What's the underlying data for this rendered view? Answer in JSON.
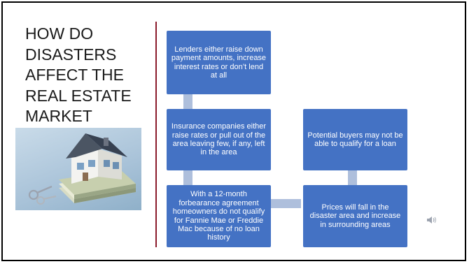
{
  "slide": {
    "title": "HOW DO\nDISASTERS\nAFFECT THE\nREAL ESTATE\nMARKET",
    "accent_color": "#8b1a2b",
    "box_color": "#4472c4",
    "connector_color": "#aebfdc"
  },
  "flow": {
    "box_lenders": "Lenders either raise down payment amounts, increase interest rates or don’t lend at all",
    "box_insurance": "Insurance companies either raise rates or pull out of the area leaving few, if any, left in the area",
    "box_forbearance": "With a 12-month forbearance agreement homeowners do not qualify for  Fannie Mae or Freddie Mac because of no loan history",
    "box_prices": "Prices will fall in the disaster area and increase in surrounding areas",
    "box_buyers": "Potential buyers may not be able to qualify for a loan"
  },
  "icons": {
    "photo": "house-with-keys-on-money-photo",
    "speaker": "speaker-icon"
  }
}
